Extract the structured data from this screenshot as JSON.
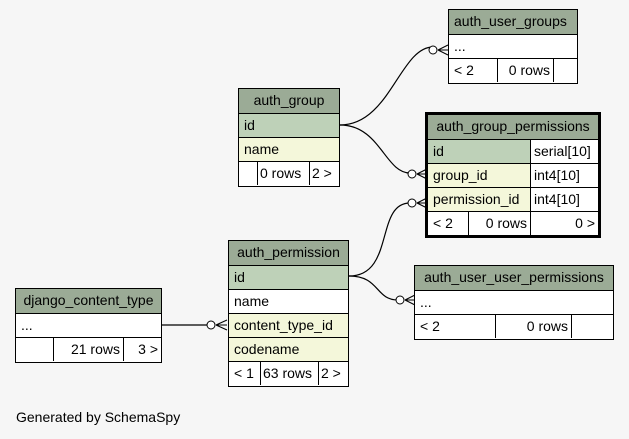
{
  "footer": "Generated by SchemaSpy",
  "tables": {
    "auth_user_groups": {
      "title": "auth_user_groups",
      "rows": [
        {
          "name": "..."
        }
      ],
      "stats": {
        "left": "< 2",
        "mid": "0 rows",
        "right": ""
      }
    },
    "auth_group": {
      "title": "auth_group",
      "rows": [
        {
          "name": "id"
        },
        {
          "name": "name"
        }
      ],
      "stats": {
        "left": "",
        "mid": "0 rows",
        "right": "2 >"
      }
    },
    "auth_group_permissions": {
      "title": "auth_group_permissions",
      "rows": [
        {
          "name": "id",
          "type": "serial[10]"
        },
        {
          "name": "group_id",
          "type": "int4[10]"
        },
        {
          "name": "permission_id",
          "type": "int4[10]"
        }
      ],
      "stats": {
        "left": "< 2",
        "mid": "0 rows",
        "right": "0 >"
      }
    },
    "auth_permission": {
      "title": "auth_permission",
      "rows": [
        {
          "name": "id"
        },
        {
          "name": "name"
        },
        {
          "name": "content_type_id"
        },
        {
          "name": "codename"
        }
      ],
      "stats": {
        "left": "< 1",
        "mid": "63 rows",
        "right": "2 >"
      }
    },
    "auth_user_user_permissions": {
      "title": "auth_user_user_permissions",
      "rows": [
        {
          "name": "..."
        }
      ],
      "stats": {
        "left": "< 2",
        "mid": "0 rows",
        "right": ""
      }
    },
    "django_content_type": {
      "title": "django_content_type",
      "rows": [
        {
          "name": "..."
        }
      ],
      "stats": {
        "left": "",
        "mid": "21 rows",
        "right": "3 >"
      }
    }
  }
}
